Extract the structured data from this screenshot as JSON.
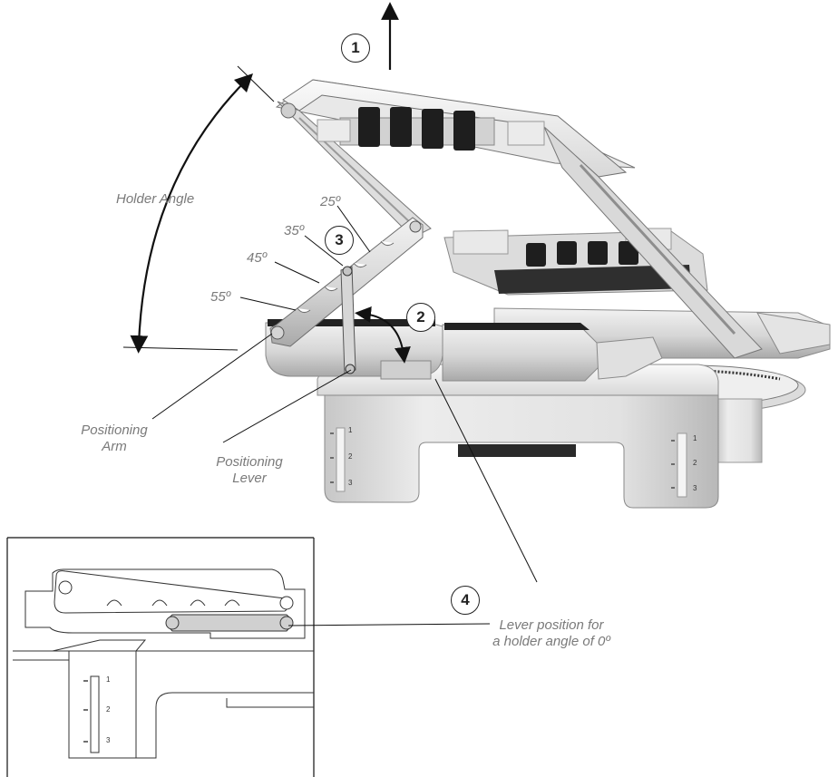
{
  "labels": {
    "holder_angle": "Holder Angle",
    "angle_25": "25º",
    "angle_35": "35º",
    "angle_45": "45º",
    "angle_55": "55º",
    "positioning_arm_line1": "Positioning",
    "positioning_arm_line2": "Arm",
    "positioning_lever_line1": "Positioning",
    "positioning_lever_line2": "Lever",
    "lever_position_line1": "Lever position for",
    "lever_position_line2": "a holder angle of 0º"
  },
  "callouts": {
    "step1": "1",
    "step2": "2",
    "step3": "3",
    "step4": "4"
  },
  "scale_marks": {
    "mark1": "1",
    "mark2": "2",
    "mark3": "3"
  },
  "colors": {
    "label_text": "#7a7a7a",
    "line": "#333333",
    "metal_light": "#e6e6e6",
    "metal_mid": "#c9c9c9",
    "metal_dark": "#9a9a9a",
    "clamp_black": "#1e1e1e",
    "lever_fill": "#d0d0d0"
  }
}
